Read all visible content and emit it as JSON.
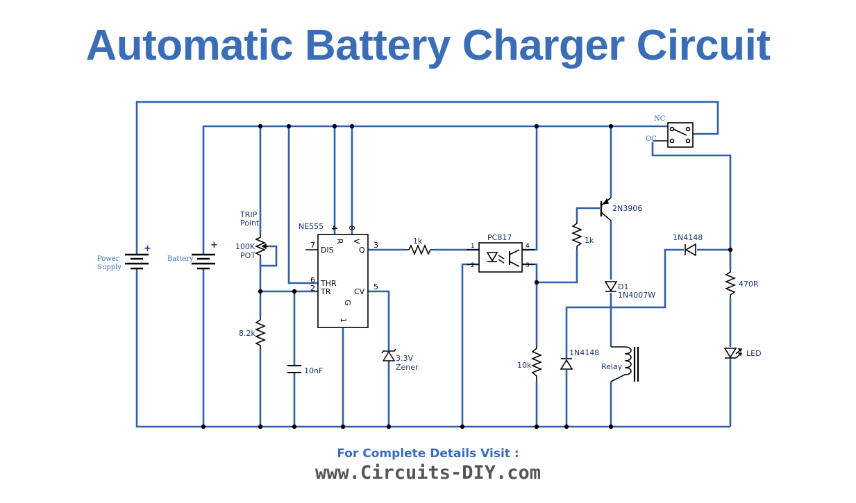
{
  "title": "Automatic Battery Charger Circuit",
  "labels": {
    "power_supply_1": "Power",
    "power_supply_2": "Supply",
    "battery": "Battery",
    "plus": "+",
    "trip_1": "TRIP",
    "trip_2": "Point",
    "pot_1": "100K",
    "pot_2": "POT",
    "r_8k2": "8.2k",
    "cap": "10nF",
    "ic": "NE555",
    "ic_dis": "DIS",
    "ic_thr": "THR",
    "ic_tr": "TR",
    "ic_cv": "CV",
    "ic_q": "Q",
    "ic_r": "R",
    "ic_v": "V",
    "ic_g": "G",
    "pin7": "7",
    "pin6": "6",
    "pin2": "2",
    "pin4": "4",
    "pin8": "8",
    "pin3": "3",
    "pin5": "5",
    "pin1": "1",
    "r_1k_a": "1k",
    "zener_1": "3.3V",
    "zener_2": "Zener",
    "opto": "PC817",
    "opto_p1": "1",
    "opto_p2": "2",
    "opto_p3": "3",
    "opto_p4": "4",
    "r_10k": "10k",
    "r_1k_b": "1k",
    "transistor": "2N3906",
    "d1_1": "D1",
    "d1_2": "1N4007W",
    "diode_relay": "1N4148",
    "relay": "Relay",
    "nc": "NC",
    "oc": "OC",
    "diode_top": "1N4148",
    "r_470": "470R",
    "led": "LED"
  },
  "footer": {
    "line1": "For Complete Details Visit :",
    "line2": "www.Circuits-DIY.com"
  },
  "colors": {
    "title": "#3a6db5",
    "wire": "#2f5fa8",
    "footer_url": "#555555"
  }
}
